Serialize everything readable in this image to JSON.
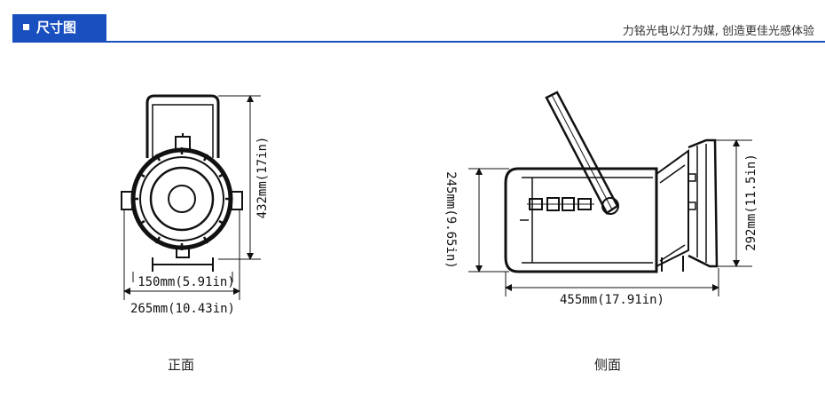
{
  "header": {
    "tab_label": "尺寸图",
    "tagline": "力铭光电以灯为媒, 创造更佳光感体验"
  },
  "front_view": {
    "caption": "正面",
    "dim_height": "432mm(17in)",
    "dim_inner_width": "150mm(5.91in)",
    "dim_outer_width": "265mm(10.43in)"
  },
  "side_view": {
    "caption": "侧面",
    "dim_body_height": "245mm(9.65in)",
    "dim_front_height": "292mm(11.5in)",
    "dim_length": "455mm(17.91in)"
  },
  "colors": {
    "accent": "#1a4fc0"
  }
}
